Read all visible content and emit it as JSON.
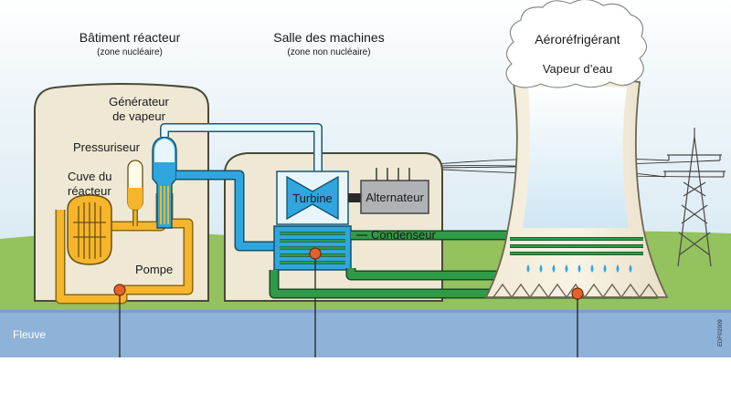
{
  "labels": {
    "reactor_building_title": "Bâtiment réacteur",
    "reactor_building_sub": "(zone nucléaire)",
    "machine_room_title": "Salle des machines",
    "machine_room_sub": "(zone non nucléaire)",
    "cooling_tower_title": "Aéroréfrigérant",
    "water_vapor": "Vapeur d’eau",
    "steam_generator_1": "Générateur",
    "steam_generator_2": "de vapeur",
    "pressurizer": "Pressuriseur",
    "reactor_vessel_1": "Cuve du",
    "reactor_vessel_2": "réacteur",
    "pump": "Pompe",
    "turbine": "Turbine",
    "alternator": "Alternateur",
    "condenser": "Condenseur",
    "river": "Fleuve",
    "copyright": "EDF©2009"
  },
  "colors": {
    "sky": "#dcecf4",
    "grass": "#93c25e",
    "river": "#8fb2d8",
    "building": "#efe8d4",
    "primary_loop": "#f6b52a",
    "secondary_loop": "#2fa6de",
    "tertiary_loop": "#2f9a47",
    "pump_dot": "#e5612a"
  }
}
